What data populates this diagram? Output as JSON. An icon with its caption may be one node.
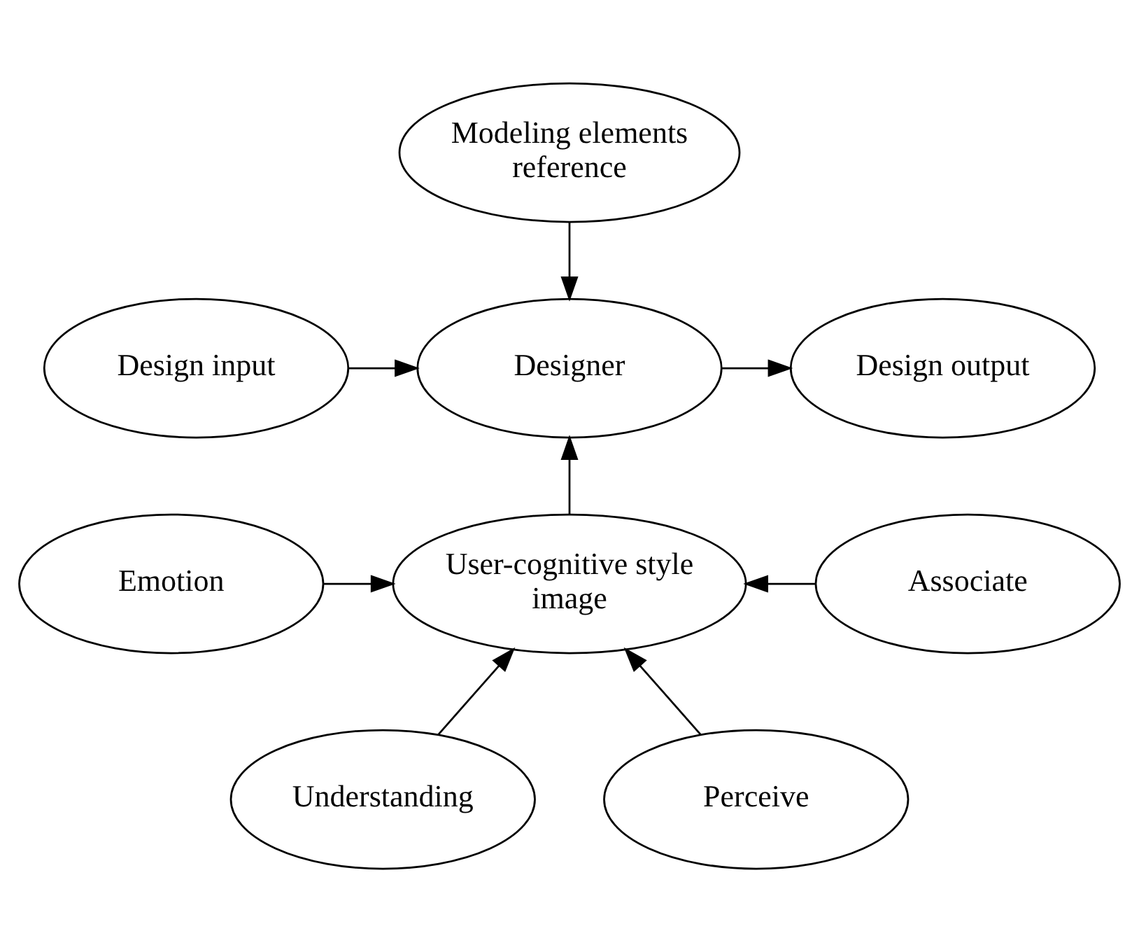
{
  "diagram": {
    "nodes": [
      {
        "text": [
          "Modeling elements reference"
        ]
      },
      {
        "text": [
          "Design input"
        ]
      },
      {
        "text": [
          "Designer"
        ]
      },
      {
        "text": [
          "Design output"
        ]
      },
      {
        "text": [
          "Emotion"
        ]
      },
      {
        "text": [
          "User-cognitive style image"
        ]
      },
      {
        "text": [
          "Associate"
        ]
      },
      {
        "text": [
          "Understanding"
        ]
      },
      {
        "text": [
          "Perceive"
        ]
      }
    ],
    "edges": [
      {
        "from": 0,
        "to": 2,
        "arrow": "to"
      },
      {
        "from": 1,
        "to": 2,
        "arrow": "to"
      },
      {
        "from": 2,
        "to": 3,
        "arrow": "to"
      },
      {
        "from": 5,
        "to": 2,
        "arrow": "to"
      },
      {
        "from": 4,
        "to": 5,
        "arrow": "to"
      },
      {
        "from": 6,
        "to": 5,
        "arrow": "to"
      },
      {
        "from": 7,
        "to": 5,
        "arrow": "to"
      },
      {
        "from": 8,
        "to": 5,
        "arrow": "to"
      }
    ]
  }
}
